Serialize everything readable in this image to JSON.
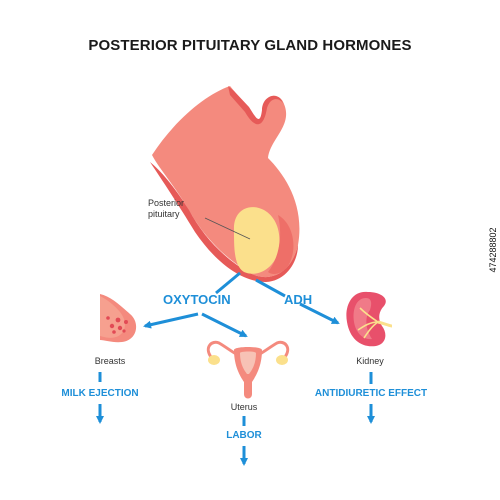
{
  "title": "POSTERIOR PITUITARY GLAND HORMONES",
  "pituitary_label": "Posterior\npituitary",
  "hormones": {
    "oxytocin": "OXYTOCIN",
    "adh": "ADH"
  },
  "organs": {
    "breasts": "Breasts",
    "uterus": "Uterus",
    "kidney": "Kidney"
  },
  "effects": {
    "milk": "MILK EJECTION",
    "labor": "LABOR",
    "antidiuretic": "ANTIDIURETIC EFFECT"
  },
  "stock_id": "474288802",
  "colors": {
    "accent": "#1e8fd8",
    "gland": "#f06b63",
    "gland_light": "#f48a7e",
    "posterior": "#fbe08c",
    "text": "#1a1a1a"
  }
}
